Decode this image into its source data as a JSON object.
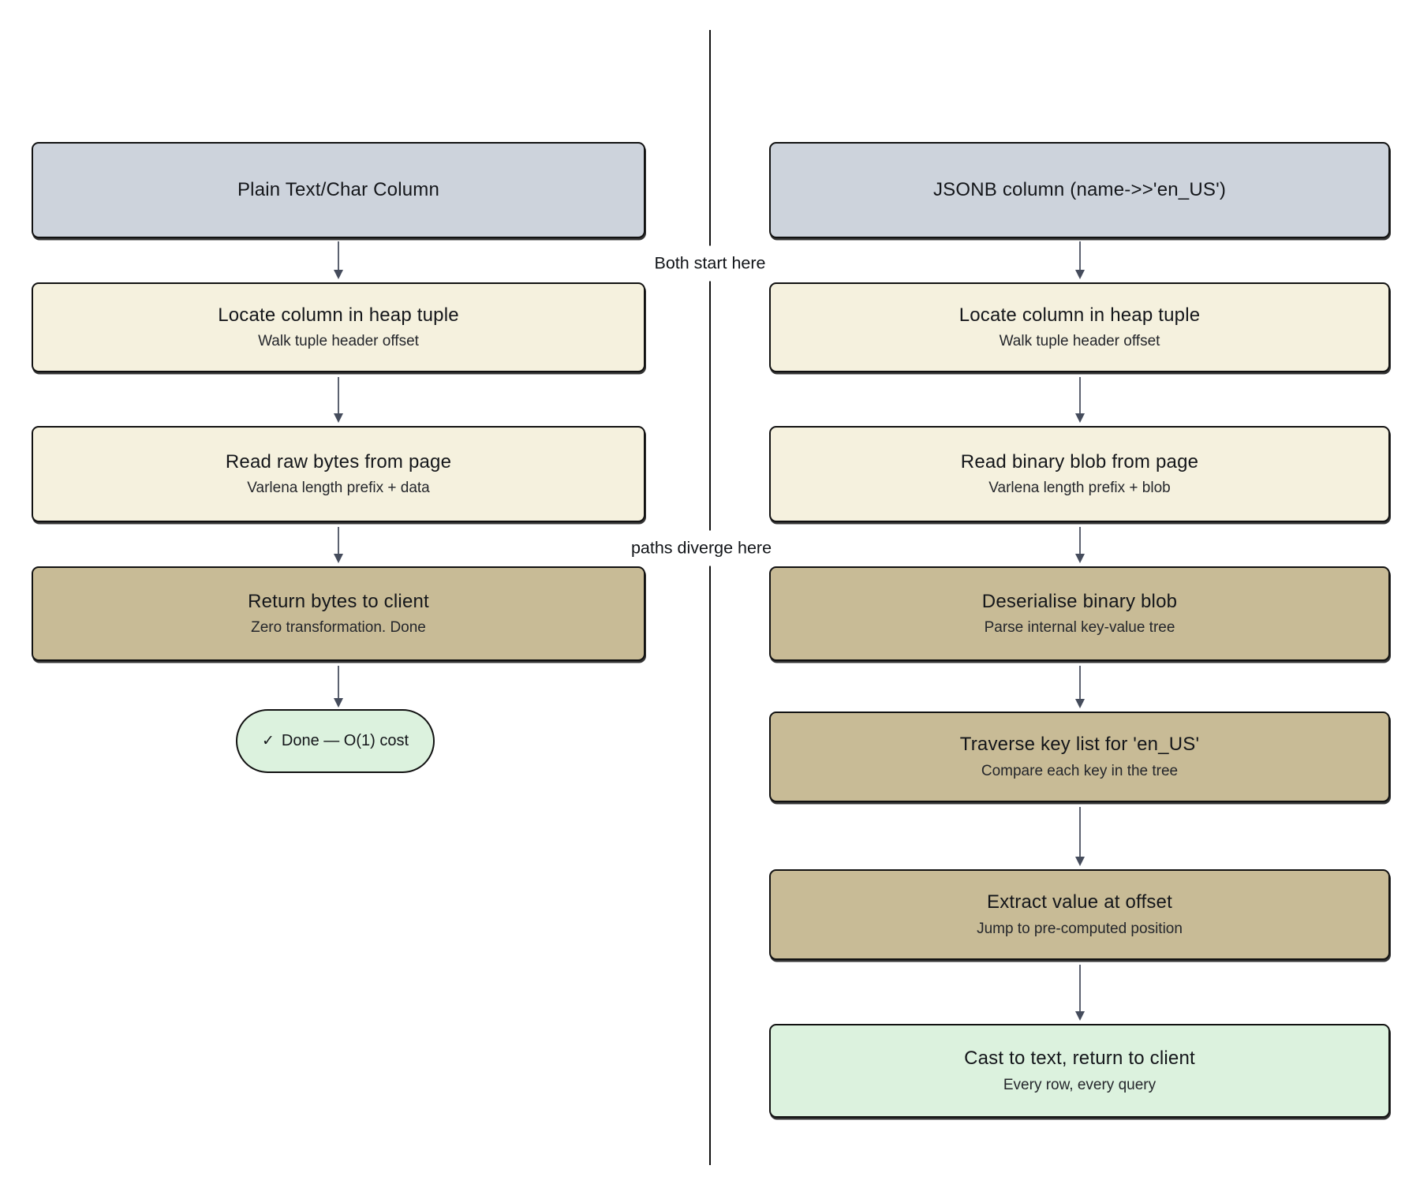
{
  "diagram": {
    "divider_labels": {
      "start": "Both start here",
      "diverge": "paths diverge here"
    },
    "left": {
      "header": {
        "title": "Plain Text/Char Column"
      },
      "nodes": [
        {
          "title": "Locate column in heap tuple",
          "subtitle": "Walk tuple header offset"
        },
        {
          "title": "Read raw bytes from page",
          "subtitle": "Varlena length prefix + data"
        },
        {
          "title": "Return bytes to client",
          "subtitle": "Zero transformation. Done"
        }
      ],
      "terminal": {
        "check": "✓",
        "label": "Done — O(1) cost"
      }
    },
    "right": {
      "header": {
        "title": "JSONB column (name->>'en_US')"
      },
      "nodes": [
        {
          "title": "Locate column in heap tuple",
          "subtitle": "Walk tuple header offset"
        },
        {
          "title": "Read binary blob from page",
          "subtitle": "Varlena length prefix + blob"
        },
        {
          "title": "Deserialise binary blob",
          "subtitle": "Parse internal key-value tree"
        },
        {
          "title": "Traverse key list for 'en_US'",
          "subtitle": "Compare each key in the tree"
        },
        {
          "title": "Extract value at offset",
          "subtitle": "Jump to pre-computed position"
        },
        {
          "title": "Cast to text, return to client",
          "subtitle": "Every row, every query"
        }
      ]
    },
    "colors": {
      "header": "#cdd3dc",
      "process": "#f5f1de",
      "heavy": "#c8bb96",
      "result": "#dcf2de",
      "border": "#111111"
    }
  }
}
